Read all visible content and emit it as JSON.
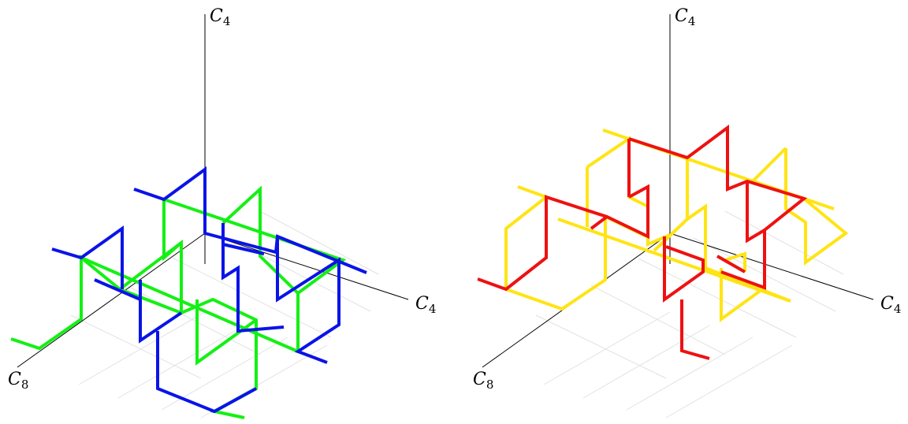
{
  "figures": [
    {
      "axes": {
        "vertical": "C",
        "vertical_sub": "4",
        "right": "C",
        "right_sub": "4",
        "left": "C",
        "left_sub": "8"
      },
      "colors": {
        "path_a": "#0a14e6",
        "path_b": "#14f014"
      }
    },
    {
      "axes": {
        "vertical": "C",
        "vertical_sub": "4",
        "right": "C",
        "right_sub": "4",
        "left": "C",
        "left_sub": "8"
      },
      "colors": {
        "path_a": "#ee1111",
        "path_b": "#ffe414"
      }
    }
  ]
}
